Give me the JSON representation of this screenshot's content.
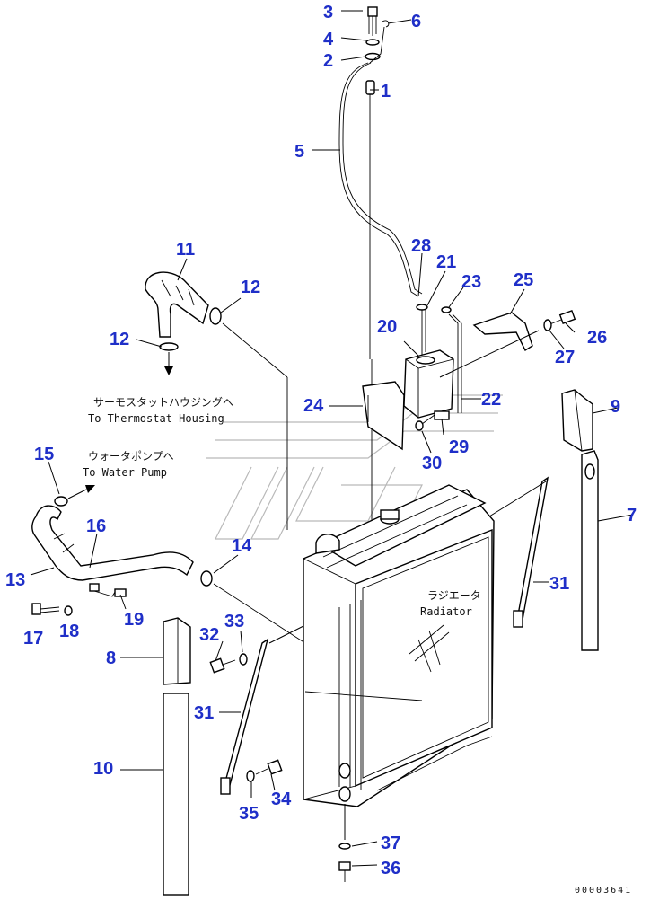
{
  "callouts": [
    {
      "id": "c1",
      "text": "1"
    },
    {
      "id": "c2",
      "text": "2"
    },
    {
      "id": "c3",
      "text": "3"
    },
    {
      "id": "c4",
      "text": "4"
    },
    {
      "id": "c5",
      "text": "5"
    },
    {
      "id": "c6",
      "text": "6"
    },
    {
      "id": "c7",
      "text": "7"
    },
    {
      "id": "c8",
      "text": "8"
    },
    {
      "id": "c9",
      "text": "9"
    },
    {
      "id": "c10",
      "text": "10"
    },
    {
      "id": "c11",
      "text": "11"
    },
    {
      "id": "c12a",
      "text": "12"
    },
    {
      "id": "c12b",
      "text": "12"
    },
    {
      "id": "c13",
      "text": "13"
    },
    {
      "id": "c14",
      "text": "14"
    },
    {
      "id": "c15",
      "text": "15"
    },
    {
      "id": "c16",
      "text": "16"
    },
    {
      "id": "c17",
      "text": "17"
    },
    {
      "id": "c18",
      "text": "18"
    },
    {
      "id": "c19",
      "text": "19"
    },
    {
      "id": "c20",
      "text": "20"
    },
    {
      "id": "c21",
      "text": "21"
    },
    {
      "id": "c22",
      "text": "22"
    },
    {
      "id": "c23",
      "text": "23"
    },
    {
      "id": "c24",
      "text": "24"
    },
    {
      "id": "c25",
      "text": "25"
    },
    {
      "id": "c26",
      "text": "26"
    },
    {
      "id": "c27",
      "text": "27"
    },
    {
      "id": "c28",
      "text": "28"
    },
    {
      "id": "c29",
      "text": "29"
    },
    {
      "id": "c30",
      "text": "30"
    },
    {
      "id": "c31a",
      "text": "31"
    },
    {
      "id": "c31b",
      "text": "31"
    },
    {
      "id": "c32",
      "text": "32"
    },
    {
      "id": "c33",
      "text": "33"
    },
    {
      "id": "c34",
      "text": "34"
    },
    {
      "id": "c35",
      "text": "35"
    },
    {
      "id": "c36",
      "text": "36"
    },
    {
      "id": "c37",
      "text": "37"
    }
  ],
  "labels": {
    "thermostat_jp": "サーモスタットハウジングへ",
    "thermostat_en": "To Thermostat Housing",
    "water_pump_jp": "ウォータポンプへ",
    "water_pump_en": "To Water Pump",
    "radiator_jp": "ラジエータ",
    "radiator_en": "Radiator"
  },
  "drawing_code": "00003641",
  "colors": {
    "callout": "#1f2fc8",
    "line": "#000000",
    "watermark": "#b9b9b9"
  }
}
